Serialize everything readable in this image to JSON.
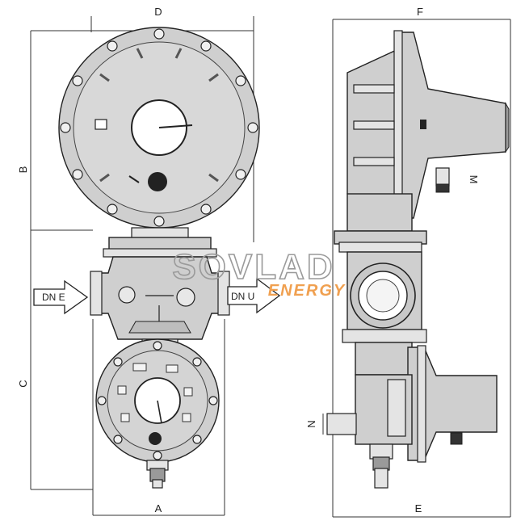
{
  "dimensions": {
    "front_width_top": "D",
    "front_width_bottom": "A",
    "front_height_upper": "B",
    "front_height_lower": "C",
    "side_width_top": "F",
    "side_width_bottom": "E"
  },
  "ports": {
    "inlet": "DN E",
    "outlet": "DN U"
  },
  "connections": {
    "upper": "M",
    "lower": "N"
  },
  "watermark": {
    "brand": "SOVLAD",
    "sub": "ENERGY"
  },
  "colors": {
    "body": "#cfcfcf",
    "outline": "#222222",
    "watermark_orange": "#f0a050"
  }
}
